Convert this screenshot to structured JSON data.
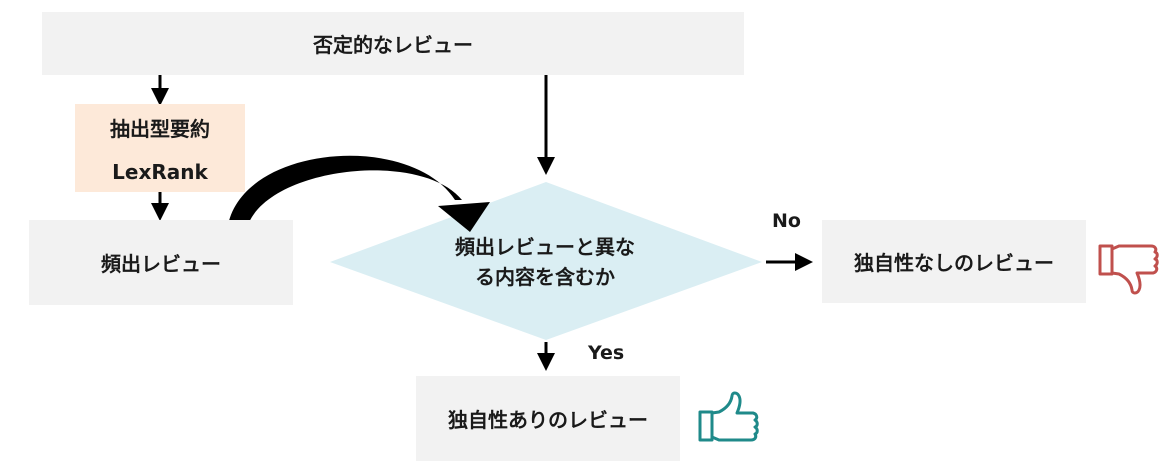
{
  "nodes": {
    "negative_reviews": "否定的なレビュー",
    "extractive_summary": {
      "line1": "抽出型要約",
      "line2": "LexRank"
    },
    "frequent_reviews": "頻出レビュー",
    "decision": {
      "line1": "頻出レビューと異な",
      "line2": "る内容を含むか"
    },
    "unique_none": "独自性なしのレビュー",
    "unique_yes": "独自性ありのレビュー"
  },
  "edges": {
    "no_label": "No",
    "yes_label": "Yes"
  },
  "icons": {
    "thumbs_down": {
      "name": "thumbs-down-icon",
      "color": "#c0504d"
    },
    "thumbs_up": {
      "name": "thumbs-up-icon",
      "color": "#1f8a8a"
    }
  },
  "colors": {
    "box_fill": "#f2f2f2",
    "accent_fill": "#fde9d9",
    "decision_fill": "#daeef3",
    "arrow": "#000000"
  }
}
